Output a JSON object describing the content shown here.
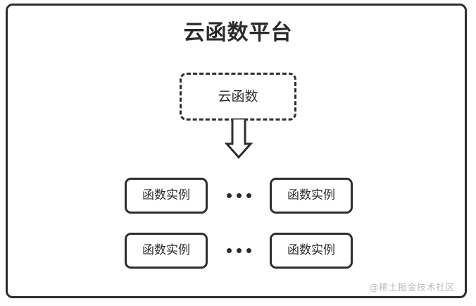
{
  "diagram": {
    "title": "云函数平台",
    "platform_frame": {
      "name": "cloud-function-platform-boundary"
    },
    "function_node": {
      "label": "云函数",
      "style": "dashed"
    },
    "flow_arrow": {
      "direction": "down",
      "style": "hollow-block-arrow"
    },
    "instance_rows": [
      {
        "left_instance": "函数实例",
        "ellipsis": "···",
        "right_instance": "函数实例"
      },
      {
        "left_instance": "函数实例",
        "ellipsis": "···",
        "right_instance": "函数实例"
      }
    ],
    "watermark": "@稀土掘金技术社区",
    "colors": {
      "stroke": "#2e2e2e",
      "text": "#2b2b2b",
      "background": "#ffffff",
      "watermark": "#bdbdbd"
    }
  }
}
